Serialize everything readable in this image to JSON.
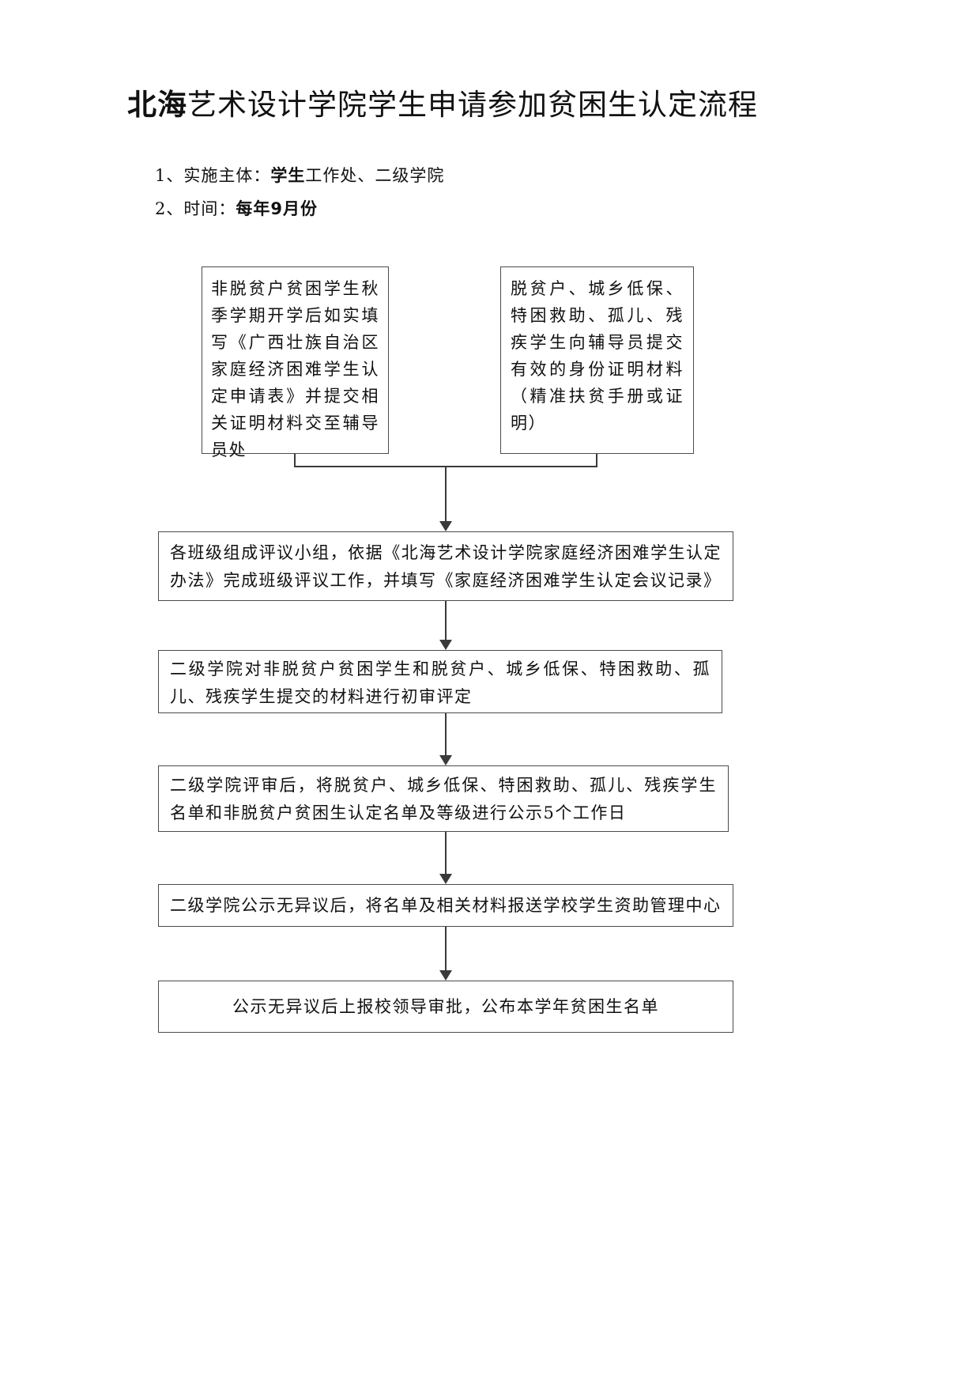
{
  "title": {
    "bold": "北海",
    "rest": "艺术设计学院学生申请参加贫困生认定流程"
  },
  "notes": {
    "item1": {
      "pre": "1、实施主体：",
      "bold": "学生",
      "post": "工作处、二级学院"
    },
    "item2": {
      "pre": "2、时间：",
      "bold": "每年9月份"
    }
  },
  "flow": {
    "box1": "非脱贫户贫困学生秋季学期开学后如实填写《广西壮族自治区家庭经济困难学生认定申请表》并提交相关证明材料交至辅导员处",
    "box2": "脱贫户、城乡低保、特困救助、孤儿、残疾学生向辅导员提交有效的身份证明材料（精准扶贫手册或证明）",
    "box3": "各班级组成评议小组，依据《北海艺术设计学院家庭经济困难学生认定办法》完成班级评议工作，并填写《家庭经济困难学生认定会议记录》",
    "box4": "二级学院对非脱贫户贫困学生和脱贫户、城乡低保、特困救助、孤儿、残疾学生提交的材料进行初审评定",
    "box5": "二级学院评审后，将脱贫户、城乡低保、特困救助、孤儿、残疾学生名单和非脱贫户贫困生认定名单及等级进行公示5个工作日",
    "box6": "二级学院公示无异议后，将名单及相关材料报送学校学生资助管理中心",
    "box7": "公示无异议后上报校领导审批，公布本学年贫困生名单"
  },
  "colors": {
    "background": "#ffffff",
    "border": "#4b4b4b",
    "line": "#3a3a3a",
    "text": "#111111"
  }
}
